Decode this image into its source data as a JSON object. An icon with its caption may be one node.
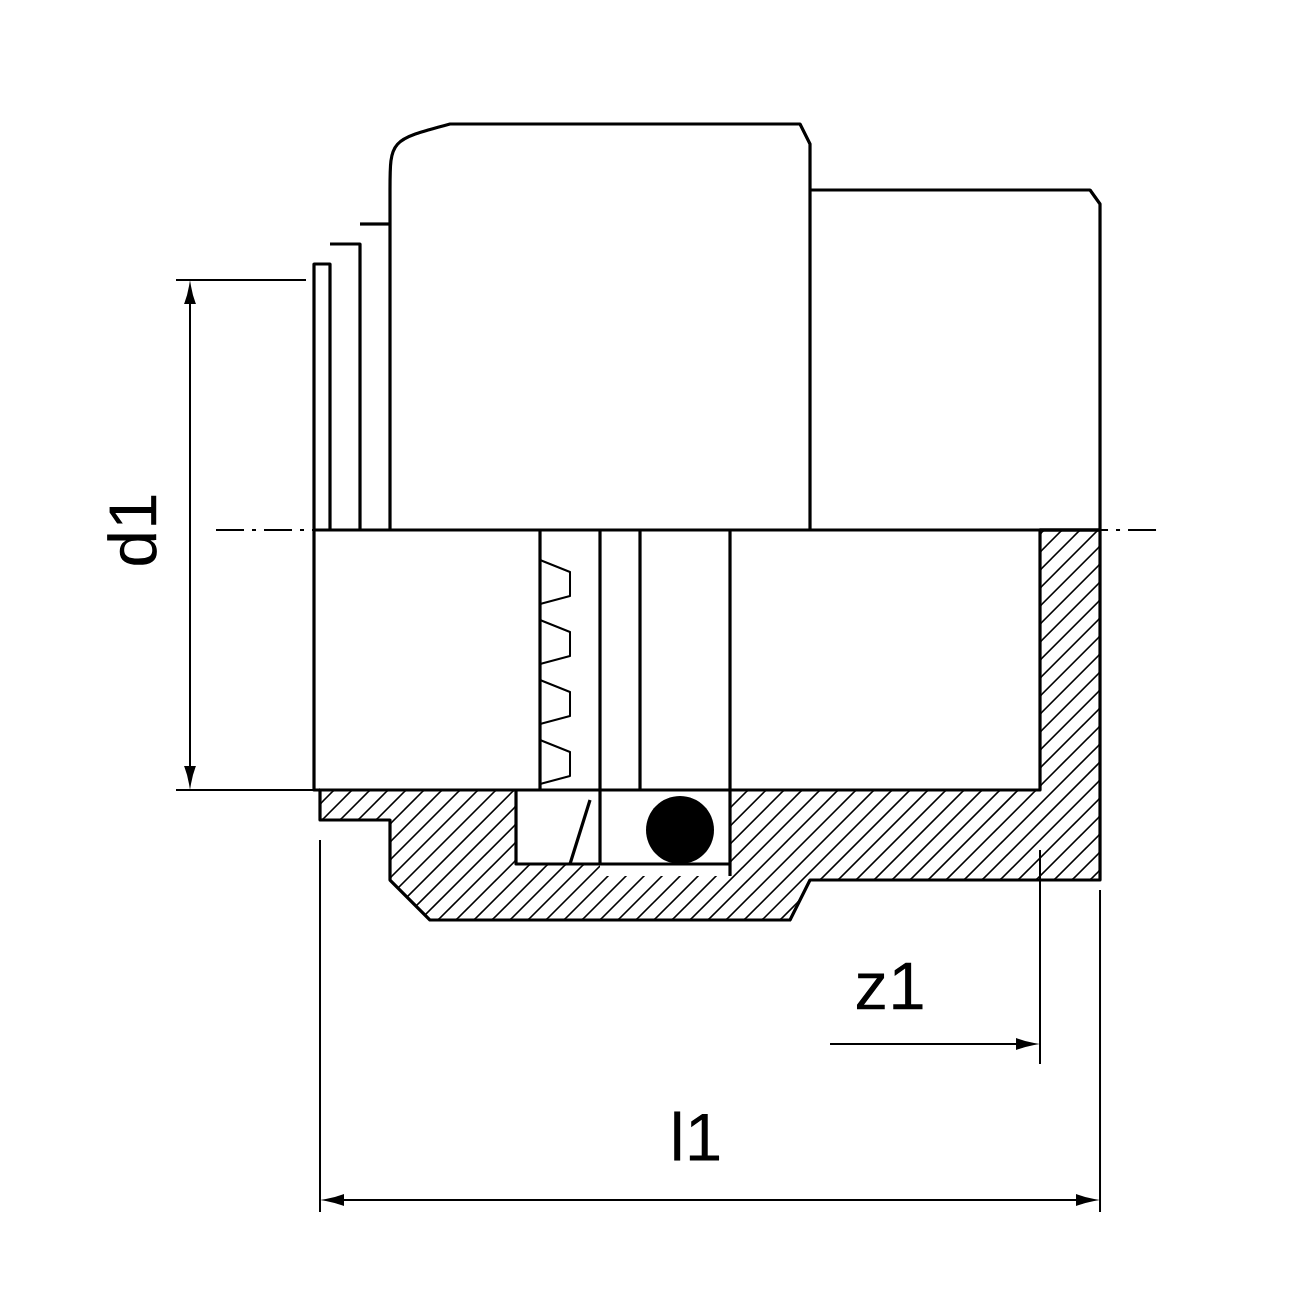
{
  "diagram": {
    "labels": [
      "d1",
      "z1",
      "l1"
    ]
  }
}
